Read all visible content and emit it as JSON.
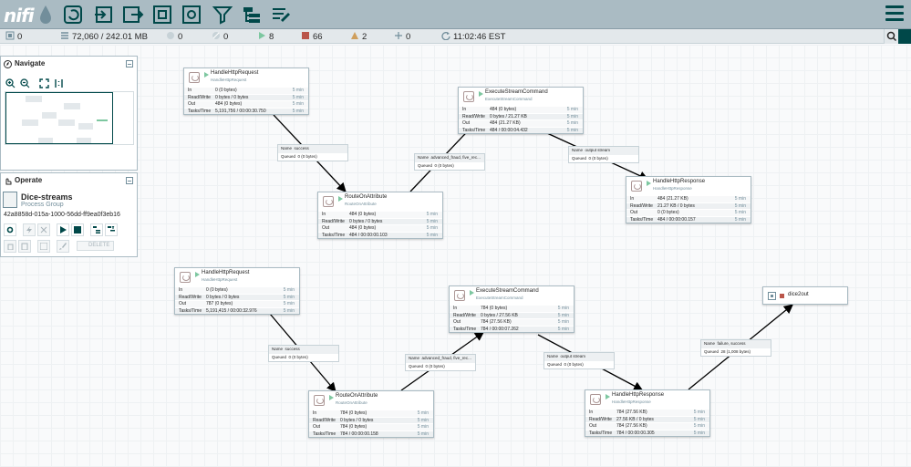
{
  "header": {
    "logo_text": "nifi",
    "toolbar_icons": [
      "processor-icon",
      "input-port-icon",
      "output-port-icon",
      "process-group-icon",
      "remote-process-group-icon",
      "funnel-icon",
      "template-icon",
      "label-icon"
    ],
    "accent_color": "#004849"
  },
  "status": {
    "active_threads": "0",
    "queued": "72,060 / 242.01 MB",
    "transmitting": "0",
    "not_transmitting": "0",
    "running": "8",
    "stopped": "66",
    "invalid": "2",
    "disabled": "0",
    "refreshed": "11:02:46 EST"
  },
  "navigate": {
    "title": "Navigate"
  },
  "operate": {
    "title": "Operate",
    "group_name": "Dice-streams",
    "group_type": "Process Group",
    "group_id": "42a8858d-015a-1000-56dd-ff9ea0f3eb16",
    "delete_label": "DELETE"
  },
  "stat_labels": {
    "in": "In",
    "rw": "Read/Write",
    "out": "Out",
    "tasks": "Tasks/Time",
    "window": "5 min"
  },
  "conn_labels": {
    "name": "Name",
    "queued": "Queued"
  },
  "processors": [
    {
      "name": "HandleHttpRequest",
      "type": "HandleHttpRequest",
      "in": "0 (0 bytes)",
      "rw": "0 bytes / 0 bytes",
      "out": "484 (0 bytes)",
      "tasks": "5,191,756 / 00:00:30.750"
    },
    {
      "name": "ExecuteStreamCommand",
      "type": "ExecuteStreamCommand",
      "in": "484 (0 bytes)",
      "rw": "0 bytes / 21.27 KB",
      "out": "484 (21.27 KB)",
      "tasks": "484 / 00:00:04.432"
    },
    {
      "name": "RouteOnAttribute",
      "type": "RouteOnAttribute",
      "in": "484 (0 bytes)",
      "rw": "0 bytes / 0 bytes",
      "out": "484 (0 bytes)",
      "tasks": "484 / 00:00:00.103"
    },
    {
      "name": "HandleHttpResponse",
      "type": "HandleHttpResponse",
      "in": "484 (21.27 KB)",
      "rw": "21.27 KB / 0 bytes",
      "out": "0 (0 bytes)",
      "tasks": "484 / 00:00:00.157"
    },
    {
      "name": "HandleHttpRequest",
      "type": "HandleHttpRequest",
      "in": "0 (0 bytes)",
      "rw": "0 bytes / 0 bytes",
      "out": "787 (0 bytes)",
      "tasks": "5,191,415 / 00:00:32.976"
    },
    {
      "name": "ExecuteStreamCommand",
      "type": "ExecuteStreamCommand",
      "in": "784 (0 bytes)",
      "rw": "0 bytes / 27.56 KB",
      "out": "784 (27.56 KB)",
      "tasks": "784 / 00:00:07.262"
    },
    {
      "name": "RouteOnAttribute",
      "type": "RouteOnAttribute",
      "in": "784 (0 bytes)",
      "rw": "0 bytes / 0 bytes",
      "out": "784 (0 bytes)",
      "tasks": "784 / 00:00:00.158"
    },
    {
      "name": "HandleHttpResponse",
      "type": "HandleHttpResponse",
      "in": "784 (27.56 KB)",
      "rw": "27.56 KB / 0 bytes",
      "out": "784 (27.56 KB)",
      "tasks": "784 / 00:00:00.305"
    }
  ],
  "connections": [
    {
      "name": "success",
      "queued": "0 (0 bytes)"
    },
    {
      "name": "advanced_fraud, five_rec...",
      "queued": "0 (0 bytes)"
    },
    {
      "name": "output stream",
      "queued": "0 (0 bytes)"
    },
    {
      "name": "success",
      "queued": "0 (0 bytes)"
    },
    {
      "name": "advanced_fraud, five_rec...",
      "queued": "0 (0 bytes)"
    },
    {
      "name": "output stream",
      "queued": "0 (0 bytes)"
    },
    {
      "name": "failure, success",
      "queued": "28 (1,008 bytes)"
    }
  ],
  "output_port": {
    "name": "dice2out"
  }
}
